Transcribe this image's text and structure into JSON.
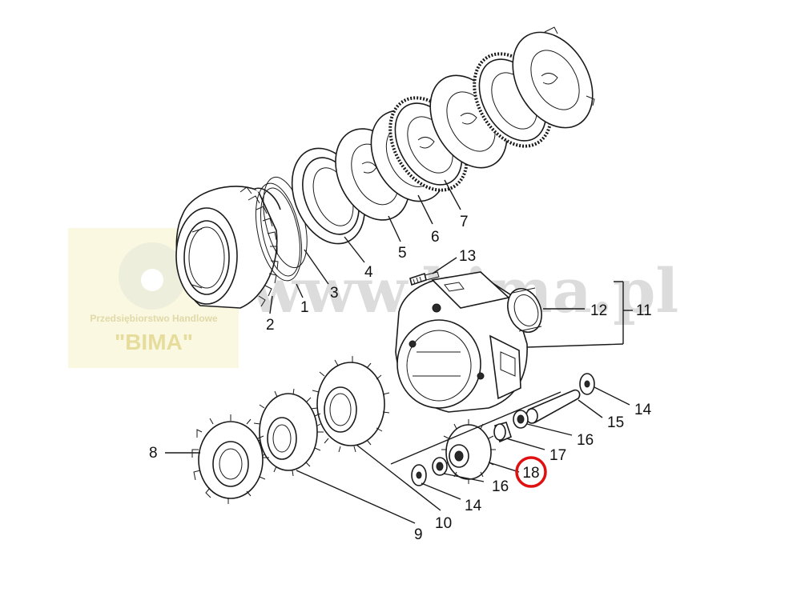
{
  "watermark": {
    "url": "www.bima.pl",
    "company_line": "Przedsiębiorstwo Handlowe",
    "company_name": "\"BIMA\""
  },
  "callouts": [
    {
      "id": "1",
      "text": "1"
    },
    {
      "id": "2",
      "text": "2"
    },
    {
      "id": "3",
      "text": "3"
    },
    {
      "id": "4",
      "text": "4"
    },
    {
      "id": "5",
      "text": "5"
    },
    {
      "id": "6",
      "text": "6"
    },
    {
      "id": "7",
      "text": "7"
    },
    {
      "id": "8",
      "text": "8"
    },
    {
      "id": "9",
      "text": "9"
    },
    {
      "id": "10",
      "text": "10"
    },
    {
      "id": "11",
      "text": "11"
    },
    {
      "id": "12",
      "text": "12"
    },
    {
      "id": "13",
      "text": "13"
    },
    {
      "id": "14a",
      "text": "14"
    },
    {
      "id": "14b",
      "text": "14"
    },
    {
      "id": "15",
      "text": "15"
    },
    {
      "id": "16a",
      "text": "16"
    },
    {
      "id": "16b",
      "text": "16"
    },
    {
      "id": "17",
      "text": "17"
    },
    {
      "id": "18",
      "text": "18"
    }
  ],
  "highlight": {
    "callout": "18",
    "color": "#e01010"
  }
}
